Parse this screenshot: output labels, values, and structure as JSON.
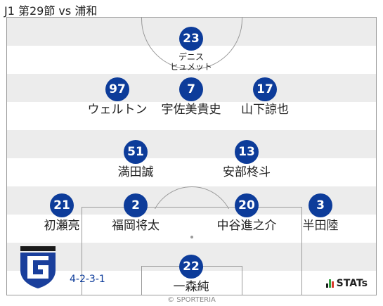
{
  "header": {
    "title": "J1 第29節 vs 浦和"
  },
  "colors": {
    "player_circle": "#0d3c9a",
    "formation_text": "#0d3c9a",
    "stripe": "#ececec",
    "logo_blue": "#1a3f9c"
  },
  "players": [
    {
      "id": "fw",
      "number": "23",
      "name_line1": "デニス",
      "name_line2": "ヒュメット"
    },
    {
      "id": "amr",
      "number": "97",
      "name": "ウェルトン"
    },
    {
      "id": "amc",
      "number": "7",
      "name": "宇佐美貴史"
    },
    {
      "id": "aml",
      "number": "17",
      "name": "山下諒也"
    },
    {
      "id": "dm1",
      "number": "51",
      "name": "満田誠"
    },
    {
      "id": "dm2",
      "number": "13",
      "name": "安部柊斗"
    },
    {
      "id": "lb",
      "number": "21",
      "name": "初瀬亮"
    },
    {
      "id": "cb1",
      "number": "2",
      "name": "福岡将太"
    },
    {
      "id": "cb2",
      "number": "20",
      "name": "中谷進之介"
    },
    {
      "id": "rb",
      "number": "3",
      "name": "半田陸"
    },
    {
      "id": "gk",
      "number": "22",
      "name": "一森純"
    }
  ],
  "formation": "4-2-3-1",
  "footer": {
    "stats_logo": "STATs",
    "copyright": "© SPORTERIA"
  },
  "icons": {
    "team_logo": "gamba-osaka-emblem-icon",
    "stats_logo": "stats-bar-chart-icon"
  }
}
